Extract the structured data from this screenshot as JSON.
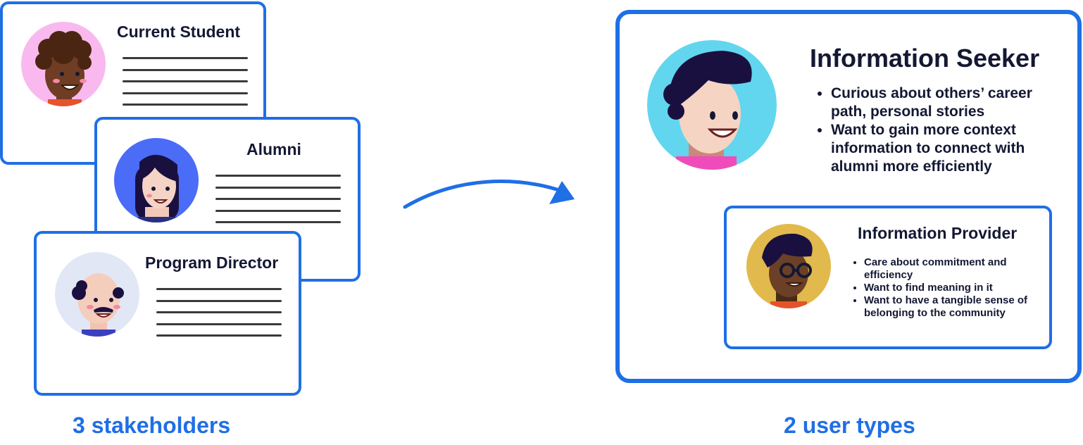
{
  "stakeholders": {
    "caption": "3 stakeholders",
    "cards": [
      {
        "title": "Current Student",
        "avatar": "student-avatar-icon"
      },
      {
        "title": "Alumni",
        "avatar": "alumni-avatar-icon"
      },
      {
        "title": "Program Director",
        "avatar": "program-director-avatar-icon"
      }
    ]
  },
  "user_types": {
    "caption": "2 user types",
    "seeker": {
      "title": "Information Seeker",
      "points": [
        "Curious about others’ career path, personal stories",
        "Want to gain more context information to connect with alumni more efficiently"
      ]
    },
    "provider": {
      "title": "Information Provider",
      "points": [
        "Care about commitment and efficiency",
        "Want to find meaning in it",
        "Want to have a tangible sense of belonging to the community"
      ]
    }
  },
  "colors": {
    "accent": "#1f6fe5",
    "text": "#141833",
    "line": "#3a3a3a"
  }
}
